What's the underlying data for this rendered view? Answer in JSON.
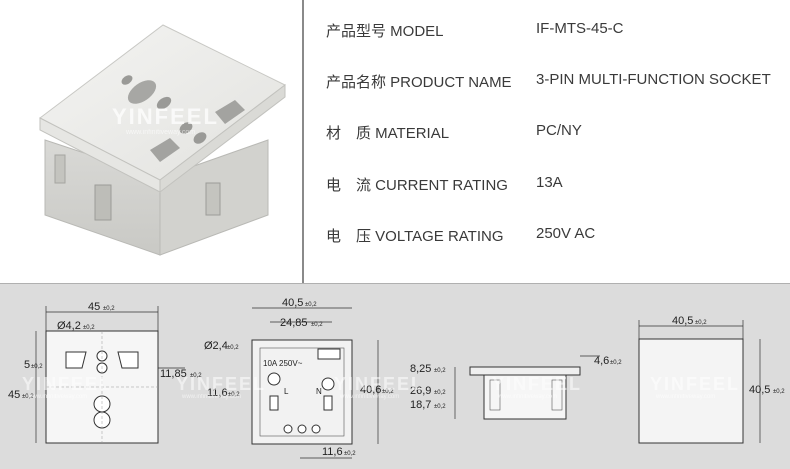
{
  "specs": [
    {
      "label": "产品型号 MODEL",
      "value": "IF-MTS-45-C"
    },
    {
      "label": "产品名称 PRODUCT NAME",
      "value": "3-PIN MULTI-FUNCTION SOCKET"
    },
    {
      "label": "材　质 MATERIAL",
      "value": "PC/NY"
    },
    {
      "label": "电　流 CURRENT RATING",
      "value": "13A"
    },
    {
      "label": "电　压 VOLTAGE RATING",
      "value": "250V AC"
    }
  ],
  "watermark": {
    "brand": "YINFEEL",
    "site": "www.infinitiveway.com"
  },
  "drawings": {
    "front": {
      "width": "45",
      "width_tol": "±0,2",
      "height": "45",
      "height_tol": "±0,2",
      "hole": "Ø4,2",
      "hole_tol": "±0,2",
      "gap": "5",
      "gap_tol": "±0,2",
      "offset": "11,85",
      "offset_tol": "±0,2"
    },
    "back": {
      "width": "40,5",
      "width_tol": "±0,2",
      "inner": "24,85",
      "inner_tol": "±0,2",
      "hole": "Ø2,4",
      "hole_tol": "±0,2",
      "left_gap": "11,6",
      "left_gap_tol": "±0,2",
      "height": "40,6",
      "height_tol": "±0,2",
      "bottom_gap": "11,6",
      "bottom_gap_tol": "±0,2",
      "rating_text": "10A 250V~",
      "terminal_l": "L",
      "terminal_n": "N"
    },
    "side": {
      "top": "8,25",
      "top_tol": "±0,2",
      "mid": "26,9",
      "mid_tol": "±0,2",
      "bottom": "18,7",
      "bottom_tol": "±0,2",
      "lip": "4,6",
      "lip_tol": "±0,2"
    },
    "plate": {
      "width": "40,5",
      "width_tol": "±0,2",
      "height": "40,5",
      "height_tol": "±0,2"
    }
  }
}
